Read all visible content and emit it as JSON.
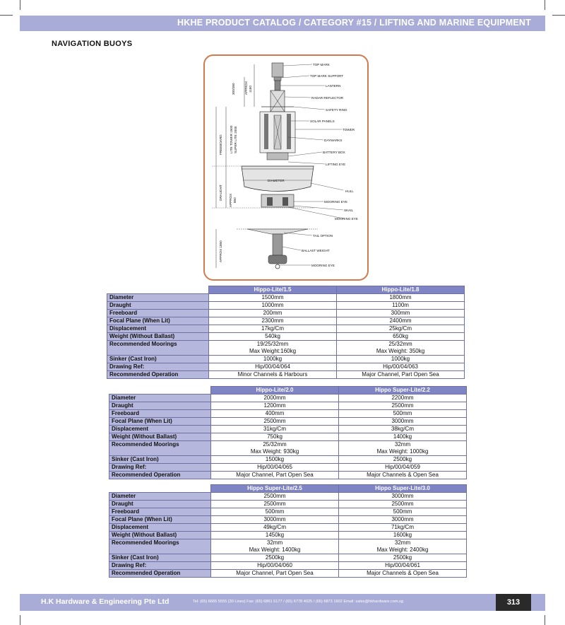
{
  "header": {
    "title": "HKHE PRODUCT CATALOG / CATEGORY #15 / LIFTING AND MARINE EQUIPMENT"
  },
  "page_title": "NAVIGATION BUOYS",
  "diagram": {
    "labels": {
      "top_mark": "TOP MARK",
      "top_mark_support": "TOP MARK SUPPORT",
      "lantern": "LANTERN",
      "radar_reflector": "RADAR REFLECTOR",
      "safety_ring": "SAFETY RING",
      "solar_panels": "SOLAR PANELS",
      "tower": "TOWER",
      "daymarks": "DAYMARKS",
      "battery_box": "BATTERY BOX",
      "lifting_eye": "LIFTING EYE",
      "hull": "HULL",
      "mooring_eye_1": "MOORING EYE",
      "skail": "SKAIL",
      "mooring_eye_2": "MOORING EYE",
      "tail_option": "TAIL OPTION",
      "ballast_weight": "BALLAST WEIGHT",
      "mooring_eye_3": "MOORING EYE",
      "diameter": "DIAMETER",
      "dim_300": "300/350",
      "dim_approx_1150": "APPROX",
      "dim_1150": "1150",
      "dim_lite_tower": "LITE TOWER 1500",
      "dim_super_lite": "SUPER LITE 2000",
      "freeboard": "FREEBOARD",
      "draught": "DRAUGHT",
      "approx_850_a": "APPROX",
      "approx_850_b": "850",
      "approx_1850": "APPROX 1850"
    }
  },
  "row_labels": {
    "diameter": "Diameter",
    "draught": "Draught",
    "freeboard": "Freeboard",
    "focal": "Focal Plane (When Lit)",
    "displacement": "Displacement",
    "weight": "Weight (Without Ballast)",
    "moorings": "Recommended Moorings",
    "sinker": "Sinker (Cast Iron)",
    "drawing": "Drawing Ref:",
    "operation": "Recommended Operation"
  },
  "tables": [
    {
      "models": [
        {
          "name": "Hippo-Lite/1.5",
          "diameter": "1500mm",
          "draught": "1000mm",
          "freeboard": "200mm",
          "focal": "2300mm",
          "displacement": "17kg/Cm",
          "weight": "540kg",
          "moorings_1": "19/25/32mm",
          "moorings_2": "Max Weight:160kg",
          "sinker": "1000kg",
          "drawing": "Hip/00/04/064",
          "operation": "Minor Channels & Harbours"
        },
        {
          "name": "Hippo-Lite/1.8",
          "diameter": "1800mm",
          "draught": "1100m",
          "freeboard": "300mm",
          "focal": "2400mm",
          "displacement": "25kg/Cm",
          "weight": "650kg",
          "moorings_1": "25/32mm",
          "moorings_2": "Max Weight: 350kg",
          "sinker": "1000kg",
          "drawing": "Hip/00/04/063",
          "operation": "Major Channel, Part Open Sea"
        }
      ]
    },
    {
      "models": [
        {
          "name": "Hippo-Lite/2.0",
          "diameter": "2000mm",
          "draught": "1200mm",
          "freeboard": "400mm",
          "focal": "2500mm",
          "displacement": "31kg/Cm",
          "weight": "750kg",
          "moorings_1": "25/32mm",
          "moorings_2": "Max Weight: 930kg",
          "sinker": "1500kg",
          "drawing": "Hip/00/04/065",
          "operation": "Major Channel, Part Open Sea"
        },
        {
          "name": "Hippo Super-Lite/2.2",
          "diameter": "2200mm",
          "draught": "2500mm",
          "freeboard": "500mm",
          "focal": "3000mm",
          "displacement": "38kg/Cm",
          "weight": "1400kg",
          "moorings_1": "32mm",
          "moorings_2": "Max Weight: 1000kg",
          "sinker": "2500kg",
          "drawing": "Hip/00/04/059",
          "operation": "Major Channels & Open Sea"
        }
      ]
    },
    {
      "models": [
        {
          "name": "Hippo Super-Lite/2.5",
          "diameter": "2500mm",
          "draught": "2500mm",
          "freeboard": "500mm",
          "focal": "3000mm",
          "displacement": "49kg/Cm",
          "weight": "1450kg",
          "moorings_1": "32mm",
          "moorings_2": "Max Weight: 1400kg",
          "sinker": "2500kg",
          "drawing": "Hip/00/04/060",
          "operation": "Major Channel, Part Open Sea"
        },
        {
          "name": "Hippo Super-Lite/3.0",
          "diameter": "3000mm",
          "draught": "2500mm",
          "freeboard": "500mm",
          "focal": "3000mm",
          "displacement": "71kg/Cm",
          "weight": "1600kg",
          "moorings_1": "32mm",
          "moorings_2": "Max Weight: 2400kg",
          "sinker": "2500kg",
          "drawing": "Hip/00/04/061",
          "operation": "Major Channels & Open Sea"
        }
      ]
    }
  ],
  "footer": {
    "company": "H.K Hardware & Engineering Pte Ltd",
    "contact": "Tel: (65) 6665 5555 (30 Lines) Fax: (65) 6861 5177 / (65) 6778 4025 / (65) 6873 1602 Email: sales@hkhardware.com.sg",
    "page_number": "313"
  }
}
